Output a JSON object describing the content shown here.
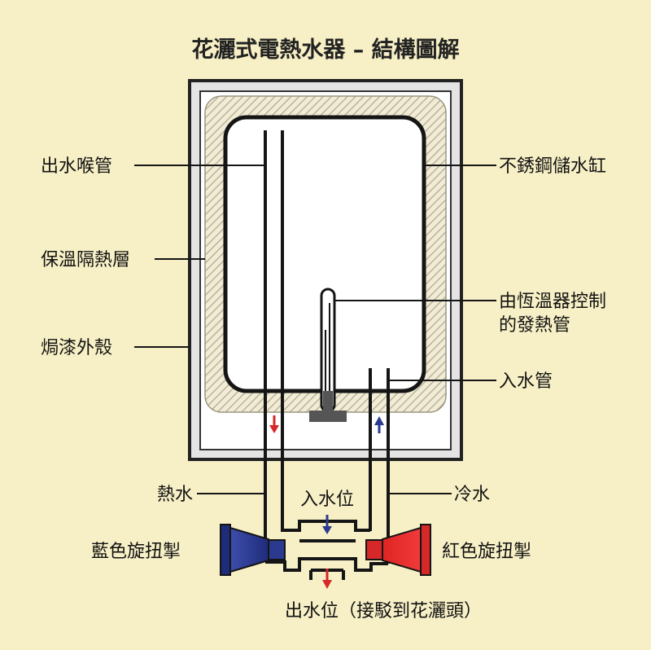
{
  "title": "花灑式電熱水器 – 結構圖解",
  "labels": {
    "outlet_tube": "出水喉管",
    "insulation": "保溫隔熱層",
    "enamel_shell": "焗漆外殼",
    "stainless_tank": "不銹鋼儲水缸",
    "heating_tube_line1": "由恆溫器控制",
    "heating_tube_line2": "的發熱管",
    "inlet_tube": "入水管",
    "hot_water": "熱水",
    "cold_water": "冷水",
    "water_in_point": "入水位",
    "blue_knob": "藍色旋扭掣",
    "red_knob": "紅色旋扭掣",
    "water_out_point": "出水位（接駁到花灑頭）"
  },
  "colors": {
    "background": "#f7f0c6",
    "hot": "#d62828",
    "cold": "#2a3a8f",
    "outline": "#222222",
    "casing": "#3a3a3a",
    "hatch": "#b8b49a"
  }
}
